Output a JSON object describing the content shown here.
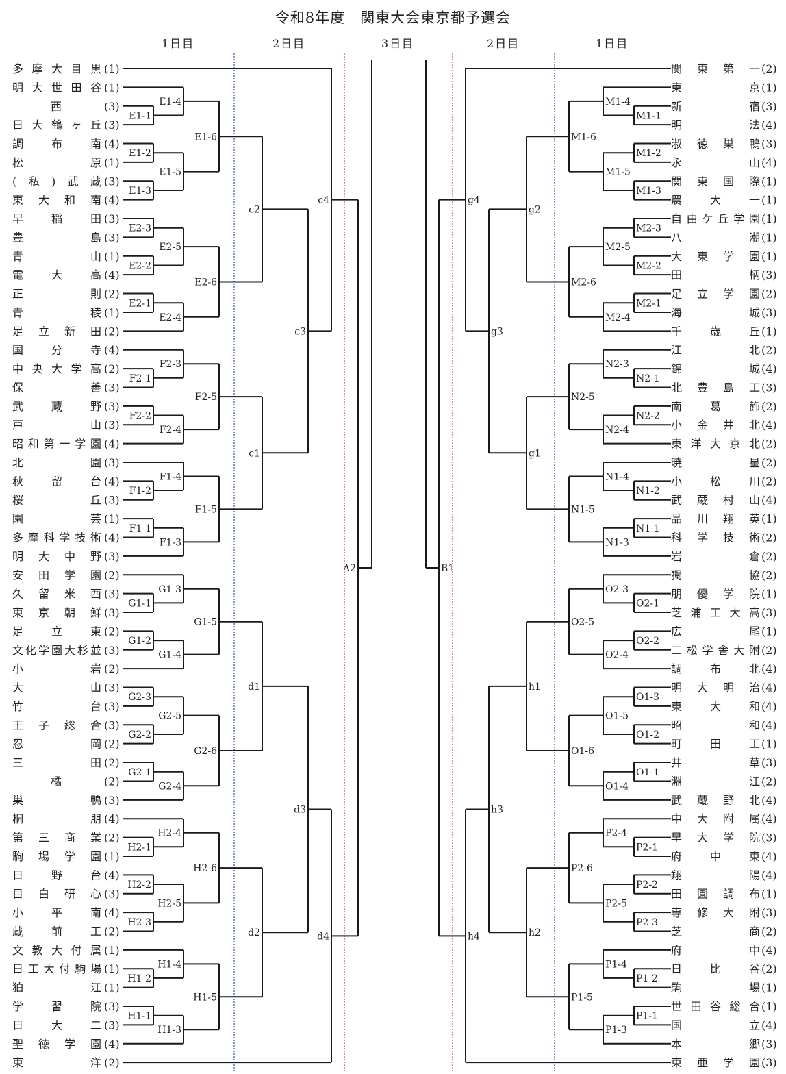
{
  "title": "令和8年度　関東大会東京都予選会",
  "day_headers": {
    "left_day1": "1日目",
    "left_day2": "2日目",
    "center_day3": "3日目",
    "right_day2": "2日目",
    "right_day1": "1日目"
  },
  "colors": {
    "line": "#1a1a1a",
    "day1_divider": "#2a4fb0",
    "day2_divider": "#d04030"
  },
  "left": {
    "teams": [
      {
        "name": "多摩大目黒",
        "seed": "(1)"
      },
      {
        "name": "明大世田谷",
        "seed": "(1)"
      },
      {
        "name": "西",
        "seed": "(3)"
      },
      {
        "name": "日大鶴ヶ丘",
        "seed": "(3)"
      },
      {
        "name": "調布南",
        "seed": "(4)"
      },
      {
        "name": "松原",
        "seed": "(1)"
      },
      {
        "name": "(私)武蔵",
        "seed": "(3)"
      },
      {
        "name": "東大和南",
        "seed": "(4)"
      },
      {
        "name": "早稲田",
        "seed": "(3)"
      },
      {
        "name": "豊島",
        "seed": "(3)"
      },
      {
        "name": "青山",
        "seed": "(1)"
      },
      {
        "name": "電大高",
        "seed": "(4)"
      },
      {
        "name": "正則",
        "seed": "(2)"
      },
      {
        "name": "青稜",
        "seed": "(1)"
      },
      {
        "name": "足立新田",
        "seed": "(2)"
      },
      {
        "name": "国分寺",
        "seed": "(4)"
      },
      {
        "name": "中央大学高",
        "seed": "(2)"
      },
      {
        "name": "保善",
        "seed": "(3)"
      },
      {
        "name": "武蔵野",
        "seed": "(3)"
      },
      {
        "name": "戸山",
        "seed": "(3)"
      },
      {
        "name": "昭和第一学園",
        "seed": "(4)"
      },
      {
        "name": "北園",
        "seed": "(3)"
      },
      {
        "name": "秋留台",
        "seed": "(4)"
      },
      {
        "name": "桜丘",
        "seed": "(3)"
      },
      {
        "name": "園芸",
        "seed": "(1)"
      },
      {
        "name": "多摩科学技術",
        "seed": "(4)"
      },
      {
        "name": "明大中野",
        "seed": "(3)"
      },
      {
        "name": "安田学園",
        "seed": "(2)"
      },
      {
        "name": "久留米西",
        "seed": "(3)"
      },
      {
        "name": "東京朝鮮",
        "seed": "(3)"
      },
      {
        "name": "足立東",
        "seed": "(2)"
      },
      {
        "name": "文化学園大杉並",
        "seed": "(3)"
      },
      {
        "name": "小岩",
        "seed": "(2)"
      },
      {
        "name": "大山",
        "seed": "(3)"
      },
      {
        "name": "竹台",
        "seed": "(3)"
      },
      {
        "name": "王子総合",
        "seed": "(3)"
      },
      {
        "name": "忍岡",
        "seed": "(2)"
      },
      {
        "name": "三田",
        "seed": "(2)"
      },
      {
        "name": "橘",
        "seed": "(2)"
      },
      {
        "name": "巣鴨",
        "seed": "(3)"
      },
      {
        "name": "桐朋",
        "seed": "(4)"
      },
      {
        "name": "第三商業",
        "seed": "(2)"
      },
      {
        "name": "駒場学園",
        "seed": "(1)"
      },
      {
        "name": "日野台",
        "seed": "(4)"
      },
      {
        "name": "目白研心",
        "seed": "(3)"
      },
      {
        "name": "小平南",
        "seed": "(4)"
      },
      {
        "name": "蔵前工",
        "seed": "(2)"
      },
      {
        "name": "文教大付属",
        "seed": "(1)"
      },
      {
        "name": "日工大付駒場",
        "seed": "(1)"
      },
      {
        "name": "狛江",
        "seed": "(1)"
      },
      {
        "name": "学習院",
        "seed": "(3)"
      },
      {
        "name": "日大二",
        "seed": "(3)"
      },
      {
        "name": "聖徳学園",
        "seed": "(4)"
      },
      {
        "name": "東洋",
        "seed": "(2)"
      }
    ],
    "matches": [
      {
        "id": "E1-1",
        "a": 2,
        "b": 3,
        "col": 1
      },
      {
        "id": "E1-4",
        "a": 1,
        "b": "E1-1",
        "col": 2
      },
      {
        "id": "E1-2",
        "a": 4,
        "b": 5,
        "col": 1
      },
      {
        "id": "E1-3",
        "a": 6,
        "b": 7,
        "col": 1
      },
      {
        "id": "E1-5",
        "a": "E1-2",
        "b": "E1-3",
        "col": 2
      },
      {
        "id": "E1-6",
        "a": "E1-4",
        "b": "E1-5",
        "col": 3
      },
      {
        "id": "E2-3",
        "a": 8,
        "b": 9,
        "col": 1
      },
      {
        "id": "E2-2",
        "a": 10,
        "b": 11,
        "col": 1
      },
      {
        "id": "E2-5",
        "a": "E2-3",
        "b": "E2-2",
        "col": 2
      },
      {
        "id": "E2-1",
        "a": 12,
        "b": 13,
        "col": 1
      },
      {
        "id": "E2-4",
        "a": "E2-1",
        "b": 14,
        "col": 2
      },
      {
        "id": "E2-6",
        "a": "E2-5",
        "b": "E2-4",
        "col": 3
      },
      {
        "id": "c2",
        "a": "E1-6",
        "b": "E2-6",
        "col": 4
      },
      {
        "id": "F2-1",
        "a": 16,
        "b": 17,
        "col": 1
      },
      {
        "id": "F2-3",
        "a": 15,
        "b": "F2-1",
        "col": 2
      },
      {
        "id": "F2-2",
        "a": 18,
        "b": 19,
        "col": 1
      },
      {
        "id": "F2-4",
        "a": "F2-2",
        "b": 20,
        "col": 2
      },
      {
        "id": "F2-5",
        "a": "F2-3",
        "b": "F2-4",
        "col": 3
      },
      {
        "id": "F1-2",
        "a": 22,
        "b": 23,
        "col": 1
      },
      {
        "id": "F1-4",
        "a": 21,
        "b": "F1-2",
        "col": 2
      },
      {
        "id": "F1-1",
        "a": 24,
        "b": 25,
        "col": 1
      },
      {
        "id": "F1-3",
        "a": "F1-1",
        "b": 26,
        "col": 2
      },
      {
        "id": "F1-5",
        "a": "F1-4",
        "b": "F1-3",
        "col": 3
      },
      {
        "id": "c1",
        "a": "F2-5",
        "b": "F1-5",
        "col": 4
      },
      {
        "id": "c3",
        "a": "c2",
        "b": "c1",
        "col": 5
      },
      {
        "id": "c4",
        "a": 0,
        "b": "c3",
        "col": 6
      },
      {
        "id": "G1-1",
        "a": 28,
        "b": 29,
        "col": 1
      },
      {
        "id": "G1-3",
        "a": 27,
        "b": "G1-1",
        "col": 2
      },
      {
        "id": "G1-2",
        "a": 30,
        "b": 31,
        "col": 1
      },
      {
        "id": "G1-4",
        "a": "G1-2",
        "b": 32,
        "col": 2
      },
      {
        "id": "G1-5",
        "a": "G1-3",
        "b": "G1-4",
        "col": 3
      },
      {
        "id": "G2-3",
        "a": 33,
        "b": 34,
        "col": 1
      },
      {
        "id": "G2-2",
        "a": 35,
        "b": 36,
        "col": 1
      },
      {
        "id": "G2-5",
        "a": "G2-3",
        "b": "G2-2",
        "col": 2
      },
      {
        "id": "G2-1",
        "a": 37,
        "b": 38,
        "col": 1
      },
      {
        "id": "G2-4",
        "a": "G2-1",
        "b": 39,
        "col": 2
      },
      {
        "id": "G2-6",
        "a": "G2-5",
        "b": "G2-4",
        "col": 3
      },
      {
        "id": "d1",
        "a": "G1-5",
        "b": "G2-6",
        "col": 4
      },
      {
        "id": "H2-1",
        "a": 41,
        "b": 42,
        "col": 1
      },
      {
        "id": "H2-4",
        "a": 40,
        "b": "H2-1",
        "col": 2
      },
      {
        "id": "H2-2",
        "a": 43,
        "b": 44,
        "col": 1
      },
      {
        "id": "H2-3",
        "a": 45,
        "b": 46,
        "col": 1
      },
      {
        "id": "H2-5",
        "a": "H2-2",
        "b": "H2-3",
        "col": 2
      },
      {
        "id": "H2-6",
        "a": "H2-4",
        "b": "H2-5",
        "col": 3
      },
      {
        "id": "H1-2",
        "a": 48,
        "b": 49,
        "col": 1
      },
      {
        "id": "H1-4",
        "a": 47,
        "b": "H1-2",
        "col": 2
      },
      {
        "id": "H1-1",
        "a": 50,
        "b": 51,
        "col": 1
      },
      {
        "id": "H1-3",
        "a": "H1-1",
        "b": 52,
        "col": 2
      },
      {
        "id": "H1-5",
        "a": "H1-4",
        "b": "H1-3",
        "col": 3
      },
      {
        "id": "d2",
        "a": "H2-6",
        "b": "H1-5",
        "col": 4
      },
      {
        "id": "d3",
        "a": "d1",
        "b": "d2",
        "col": 5
      },
      {
        "id": "d4",
        "a": "d3",
        "b": 53,
        "col": 6
      },
      {
        "id": "A2",
        "a": "c4",
        "b": "d4",
        "col": 7
      }
    ],
    "final": "A2"
  },
  "right": {
    "teams": [
      {
        "name": "関東第一",
        "seed": "(2)"
      },
      {
        "name": "東京",
        "seed": "(1)"
      },
      {
        "name": "新宿",
        "seed": "(3)"
      },
      {
        "name": "明法",
        "seed": "(4)"
      },
      {
        "name": "淑徳巣鴨",
        "seed": "(3)"
      },
      {
        "name": "永山",
        "seed": "(4)"
      },
      {
        "name": "関東国際",
        "seed": "(1)"
      },
      {
        "name": "農大一",
        "seed": "(1)"
      },
      {
        "name": "自由ケ丘学園",
        "seed": "(1)"
      },
      {
        "name": "八潮",
        "seed": "(1)"
      },
      {
        "name": "大東学園",
        "seed": "(1)"
      },
      {
        "name": "田柄",
        "seed": "(3)"
      },
      {
        "name": "足立学園",
        "seed": "(2)"
      },
      {
        "name": "海城",
        "seed": "(3)"
      },
      {
        "name": "千歳丘",
        "seed": "(1)"
      },
      {
        "name": "江北",
        "seed": "(2)"
      },
      {
        "name": "錦城",
        "seed": "(4)"
      },
      {
        "name": "北豊島工",
        "seed": "(3)"
      },
      {
        "name": "南葛飾",
        "seed": "(2)"
      },
      {
        "name": "小金井北",
        "seed": "(4)"
      },
      {
        "name": "東洋大京北",
        "seed": "(2)"
      },
      {
        "name": "暁星",
        "seed": "(2)"
      },
      {
        "name": "小松川",
        "seed": "(2)"
      },
      {
        "name": "武蔵村山",
        "seed": "(4)"
      },
      {
        "name": "品川翔英",
        "seed": "(1)"
      },
      {
        "name": "科学技術",
        "seed": "(2)"
      },
      {
        "name": "岩倉",
        "seed": "(2)"
      },
      {
        "name": "獨協",
        "seed": "(2)"
      },
      {
        "name": "朋優学院",
        "seed": "(1)"
      },
      {
        "name": "芝浦工大高",
        "seed": "(3)"
      },
      {
        "name": "広尾",
        "seed": "(1)"
      },
      {
        "name": "二松学舎大附",
        "seed": "(2)"
      },
      {
        "name": "調布北",
        "seed": "(4)"
      },
      {
        "name": "明大明治",
        "seed": "(4)"
      },
      {
        "name": "東大和",
        "seed": "(4)"
      },
      {
        "name": "昭和",
        "seed": "(4)"
      },
      {
        "name": "町田工",
        "seed": "(1)"
      },
      {
        "name": "井草",
        "seed": "(3)"
      },
      {
        "name": "淵江",
        "seed": "(2)"
      },
      {
        "name": "武蔵野北",
        "seed": "(4)"
      },
      {
        "name": "中大附属",
        "seed": "(4)"
      },
      {
        "name": "早大学院",
        "seed": "(3)"
      },
      {
        "name": "府中東",
        "seed": "(4)"
      },
      {
        "name": "翔陽",
        "seed": "(4)"
      },
      {
        "name": "田園調布",
        "seed": "(1)"
      },
      {
        "name": "専修大附",
        "seed": "(3)"
      },
      {
        "name": "芝商",
        "seed": "(2)"
      },
      {
        "name": "府中",
        "seed": "(4)"
      },
      {
        "name": "日比谷",
        "seed": "(2)"
      },
      {
        "name": "駒場",
        "seed": "(1)"
      },
      {
        "name": "世田谷総合",
        "seed": "(1)"
      },
      {
        "name": "国立",
        "seed": "(4)"
      },
      {
        "name": "本郷",
        "seed": "(3)"
      },
      {
        "name": "東亜学園",
        "seed": "(3)"
      }
    ],
    "matches": [
      {
        "id": "M1-1",
        "a": 2,
        "b": 3,
        "col": 1
      },
      {
        "id": "M1-4",
        "a": 1,
        "b": "M1-1",
        "col": 2
      },
      {
        "id": "M1-2",
        "a": 4,
        "b": 5,
        "col": 1
      },
      {
        "id": "M1-3",
        "a": 6,
        "b": 7,
        "col": 1
      },
      {
        "id": "M1-5",
        "a": "M1-2",
        "b": "M1-3",
        "col": 2
      },
      {
        "id": "M1-6",
        "a": "M1-4",
        "b": "M1-5",
        "col": 3
      },
      {
        "id": "M2-3",
        "a": 8,
        "b": 9,
        "col": 1
      },
      {
        "id": "M2-2",
        "a": 10,
        "b": 11,
        "col": 1
      },
      {
        "id": "M2-5",
        "a": "M2-3",
        "b": "M2-2",
        "col": 2
      },
      {
        "id": "M2-1",
        "a": 12,
        "b": 13,
        "col": 1
      },
      {
        "id": "M2-4",
        "a": "M2-1",
        "b": 14,
        "col": 2
      },
      {
        "id": "M2-6",
        "a": "M2-5",
        "b": "M2-4",
        "col": 3
      },
      {
        "id": "g2",
        "a": "M1-6",
        "b": "M2-6",
        "col": 4
      },
      {
        "id": "N2-1",
        "a": 16,
        "b": 17,
        "col": 1
      },
      {
        "id": "N2-3",
        "a": 15,
        "b": "N2-1",
        "col": 2
      },
      {
        "id": "N2-2",
        "a": 18,
        "b": 19,
        "col": 1
      },
      {
        "id": "N2-4",
        "a": "N2-2",
        "b": 20,
        "col": 2
      },
      {
        "id": "N2-5",
        "a": "N2-3",
        "b": "N2-4",
        "col": 3
      },
      {
        "id": "N1-2",
        "a": 22,
        "b": 23,
        "col": 1
      },
      {
        "id": "N1-4",
        "a": 21,
        "b": "N1-2",
        "col": 2
      },
      {
        "id": "N1-1",
        "a": 24,
        "b": 25,
        "col": 1
      },
      {
        "id": "N1-3",
        "a": "N1-1",
        "b": 26,
        "col": 2
      },
      {
        "id": "N1-5",
        "a": "N1-4",
        "b": "N1-3",
        "col": 3
      },
      {
        "id": "g1",
        "a": "N2-5",
        "b": "N1-5",
        "col": 4
      },
      {
        "id": "g3",
        "a": "g2",
        "b": "g1",
        "col": 5
      },
      {
        "id": "g4",
        "a": 0,
        "b": "g3",
        "col": 6
      },
      {
        "id": "O2-1",
        "a": 28,
        "b": 29,
        "col": 1
      },
      {
        "id": "O2-3",
        "a": 27,
        "b": "O2-1",
        "col": 2
      },
      {
        "id": "O2-2",
        "a": 30,
        "b": 31,
        "col": 1
      },
      {
        "id": "O2-4",
        "a": "O2-2",
        "b": 32,
        "col": 2
      },
      {
        "id": "O2-5",
        "a": "O2-3",
        "b": "O2-4",
        "col": 3
      },
      {
        "id": "O1-3",
        "a": 33,
        "b": 34,
        "col": 1
      },
      {
        "id": "O1-2",
        "a": 35,
        "b": 36,
        "col": 1
      },
      {
        "id": "O1-5",
        "a": "O1-3",
        "b": "O1-2",
        "col": 2
      },
      {
        "id": "O1-1",
        "a": 37,
        "b": 38,
        "col": 1
      },
      {
        "id": "O1-4",
        "a": "O1-1",
        "b": 39,
        "col": 2
      },
      {
        "id": "O1-6",
        "a": "O1-5",
        "b": "O1-4",
        "col": 3
      },
      {
        "id": "h1",
        "a": "O2-5",
        "b": "O1-6",
        "col": 4
      },
      {
        "id": "P2-1",
        "a": 41,
        "b": 42,
        "col": 1
      },
      {
        "id": "P2-4",
        "a": 40,
        "b": "P2-1",
        "col": 2
      },
      {
        "id": "P2-2",
        "a": 43,
        "b": 44,
        "col": 1
      },
      {
        "id": "P2-3",
        "a": 45,
        "b": 46,
        "col": 1
      },
      {
        "id": "P2-5",
        "a": "P2-2",
        "b": "P2-3",
        "col": 2
      },
      {
        "id": "P2-6",
        "a": "P2-4",
        "b": "P2-5",
        "col": 3
      },
      {
        "id": "P1-2",
        "a": 48,
        "b": 49,
        "col": 1
      },
      {
        "id": "P1-4",
        "a": 47,
        "b": "P1-2",
        "col": 2
      },
      {
        "id": "P1-1",
        "a": 50,
        "b": 51,
        "col": 1
      },
      {
        "id": "P1-3",
        "a": "P1-1",
        "b": 52,
        "col": 2
      },
      {
        "id": "P1-5",
        "a": "P1-4",
        "b": "P1-3",
        "col": 3
      },
      {
        "id": "h2",
        "a": "P2-6",
        "b": "P1-5",
        "col": 4
      },
      {
        "id": "h3",
        "a": "h1",
        "b": "h2",
        "col": 5
      },
      {
        "id": "h4",
        "a": "h3",
        "b": 53,
        "col": 6
      },
      {
        "id": "B1",
        "a": "g4",
        "b": "h4",
        "col": 7
      }
    ],
    "final": "B1"
  }
}
